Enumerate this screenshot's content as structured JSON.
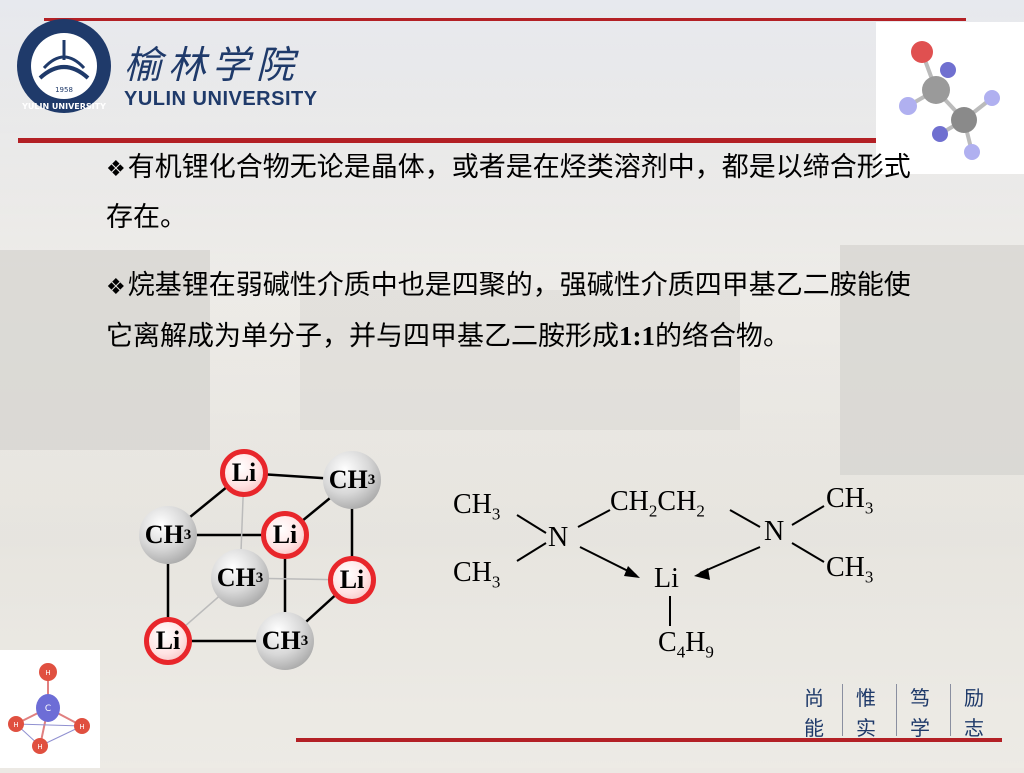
{
  "university": {
    "name_cn": "榆林学院",
    "name_en": "YULIN UNIVERSITY",
    "seal_text": "YULIN UNIVERSITY",
    "seal_year": "1958"
  },
  "content": {
    "paragraph1": "有机锂化合物无论是晶体，或者是在烃类溶剂中，都是以缔合形式存在。",
    "paragraph2_a": "烷基锂在弱碱性介质中也是四聚的，强碱性介质四甲基乙二胺能使它离解成为单分子，并与四甲基乙二胺形成",
    "paragraph2_ratio": "1:1",
    "paragraph2_b": "的络合物。",
    "bullet": "❖"
  },
  "tetramer": {
    "li_label": "Li",
    "ch3_label": "CH",
    "ch3_sub": "3"
  },
  "tmeda_complex": {
    "ch3": "CH",
    "sub3": "3",
    "ch2": "CH",
    "sub2": "2",
    "n": "N",
    "li": "Li",
    "c4h9_c": "C",
    "c4h9_4": "4",
    "c4h9_h": "H",
    "c4h9_9": "9"
  },
  "motto": [
    "尚",
    "惟",
    "笃",
    "励",
    "能",
    "实",
    "学",
    "志"
  ],
  "colors": {
    "accent_red": "#b32025",
    "navy": "#1f3a6a",
    "li_red": "#e8262b",
    "ch3_gray": "#8c8c8c"
  }
}
